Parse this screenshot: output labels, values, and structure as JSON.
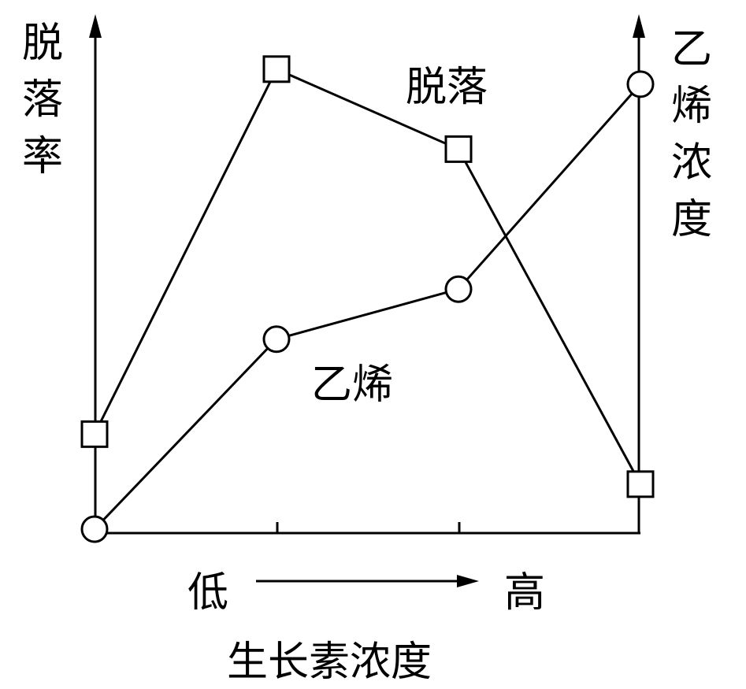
{
  "chart_data": {
    "type": "line",
    "title": "",
    "xlabel": "生长素浓度",
    "x_low_label": "低",
    "x_high_label": "高",
    "ylabel_left": [
      "脱",
      "落",
      "率"
    ],
    "ylabel_right": [
      "乙",
      "烯",
      "浓",
      "度"
    ],
    "x": [
      0,
      1,
      2,
      3
    ],
    "ylim": [
      0,
      100
    ],
    "grid": false,
    "series": [
      {
        "name": "脱落",
        "marker": "square",
        "axis": "left",
        "values": [
          19,
          92,
          76,
          9
        ]
      },
      {
        "name": "乙烯",
        "marker": "circle",
        "axis": "right",
        "values": [
          0,
          38,
          48,
          89
        ]
      }
    ],
    "colors": {
      "line": "#000000",
      "marker_fill": "#ffffff"
    }
  }
}
